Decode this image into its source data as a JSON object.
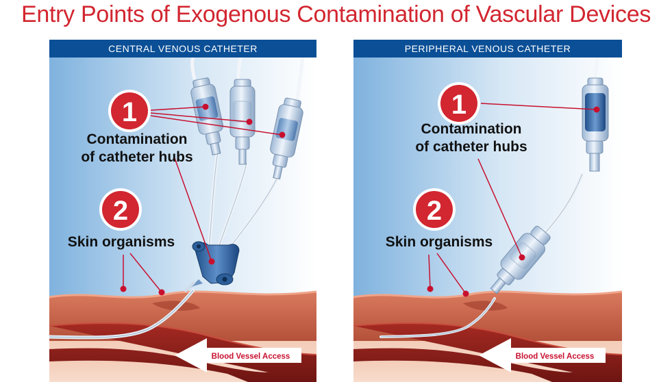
{
  "title": "Entry Points of Exogenous Contamination of Vascular Devices",
  "panels": [
    {
      "header": "CENTRAL VENOUS CATHETER",
      "marker1": "1",
      "label1_line1": "Contamination",
      "label1_line2": "of catheter hubs",
      "marker2": "2",
      "label2": "Skin organisms",
      "arrow_label": "Blood Vessel Access"
    },
    {
      "header": "PERIPHERAL VENOUS CATHETER",
      "marker1": "1",
      "label1_line1": "Contamination",
      "label1_line2": "of catheter hubs",
      "marker2": "2",
      "label2": "Skin organisms",
      "arrow_label": "Blood Vessel Access"
    }
  ],
  "colors": {
    "accent_red": "#d22630",
    "header_blue": "#0b4f96",
    "skin": "#c9644b",
    "vessel": "#8e1d1a"
  }
}
